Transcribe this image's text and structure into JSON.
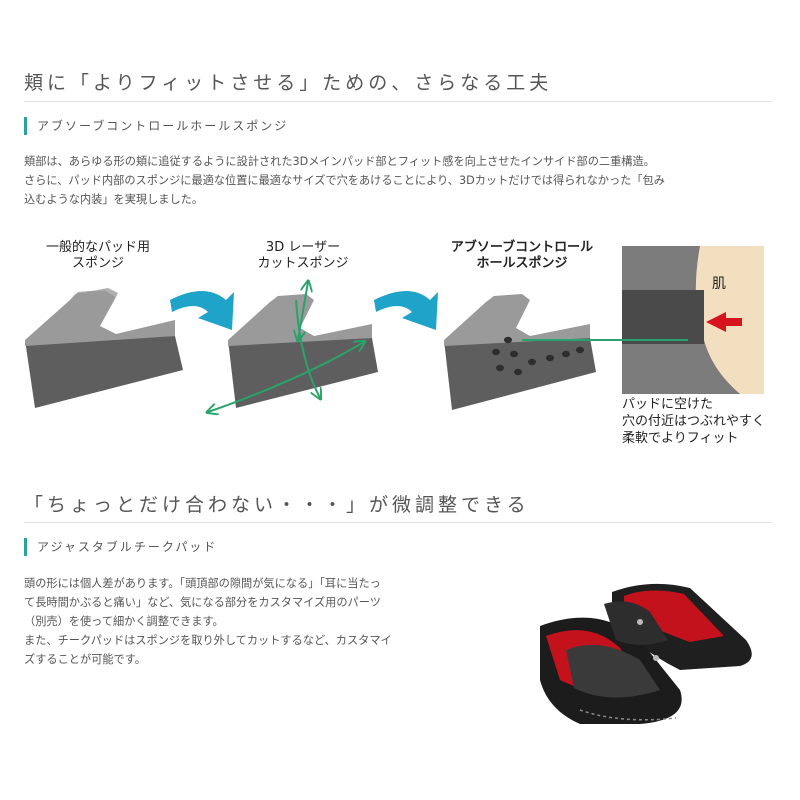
{
  "section1": {
    "heading": "頬に「よりフィットさせる」ための、さらなる工夫",
    "subheading": "アブソーブコントロールホールスポンジ",
    "paragraph": [
      "頬部は、あらゆる形の頬に追従するように設計された3Dメインパッド部とフィット感を向上させたインサイド部の二重構造。",
      "さらに、パッド内部のスポンジに最適な位置に最適なサイズで穴をあけることにより、3Dカットだけでは得られなかった「包み",
      "込むような内装」を実現しました。"
    ]
  },
  "diagram": {
    "label1": [
      "一般的なパッド用",
      "スポンジ"
    ],
    "label2": [
      "3D レーザー",
      "カットスポンジ"
    ],
    "label3": [
      "アブソーブコントロール",
      "ホールスポンジ"
    ],
    "skin_label": "肌",
    "note": [
      "パッドに空けた",
      "穴の付近はつぶれやすく",
      "柔軟でよりフィット"
    ],
    "colors": {
      "arrow": "#1fa3c9",
      "green": "#2aa36b",
      "red": "#d7141e",
      "skin": "#f2dfc0",
      "sponge_top": "#9a9a9a",
      "sponge_side": "#5e5e5e"
    }
  },
  "section2": {
    "heading": "「ちょっとだけ合わない・・・」が微調整できる",
    "subheading": "アジャスタブルチークパッド",
    "paragraph": [
      "頭の形には個人差があります。「頭頂部の隙間が気になる」「耳に当たっ",
      "て長時間かぶると痛い」など、気になる部分をカスタマイズ用のパーツ",
      "（別売）を使って細かく調整できます。",
      "また、チークパッドはスポンジを取り外してカットするなど、カスタマイ",
      "ズすることが可能です。"
    ]
  }
}
